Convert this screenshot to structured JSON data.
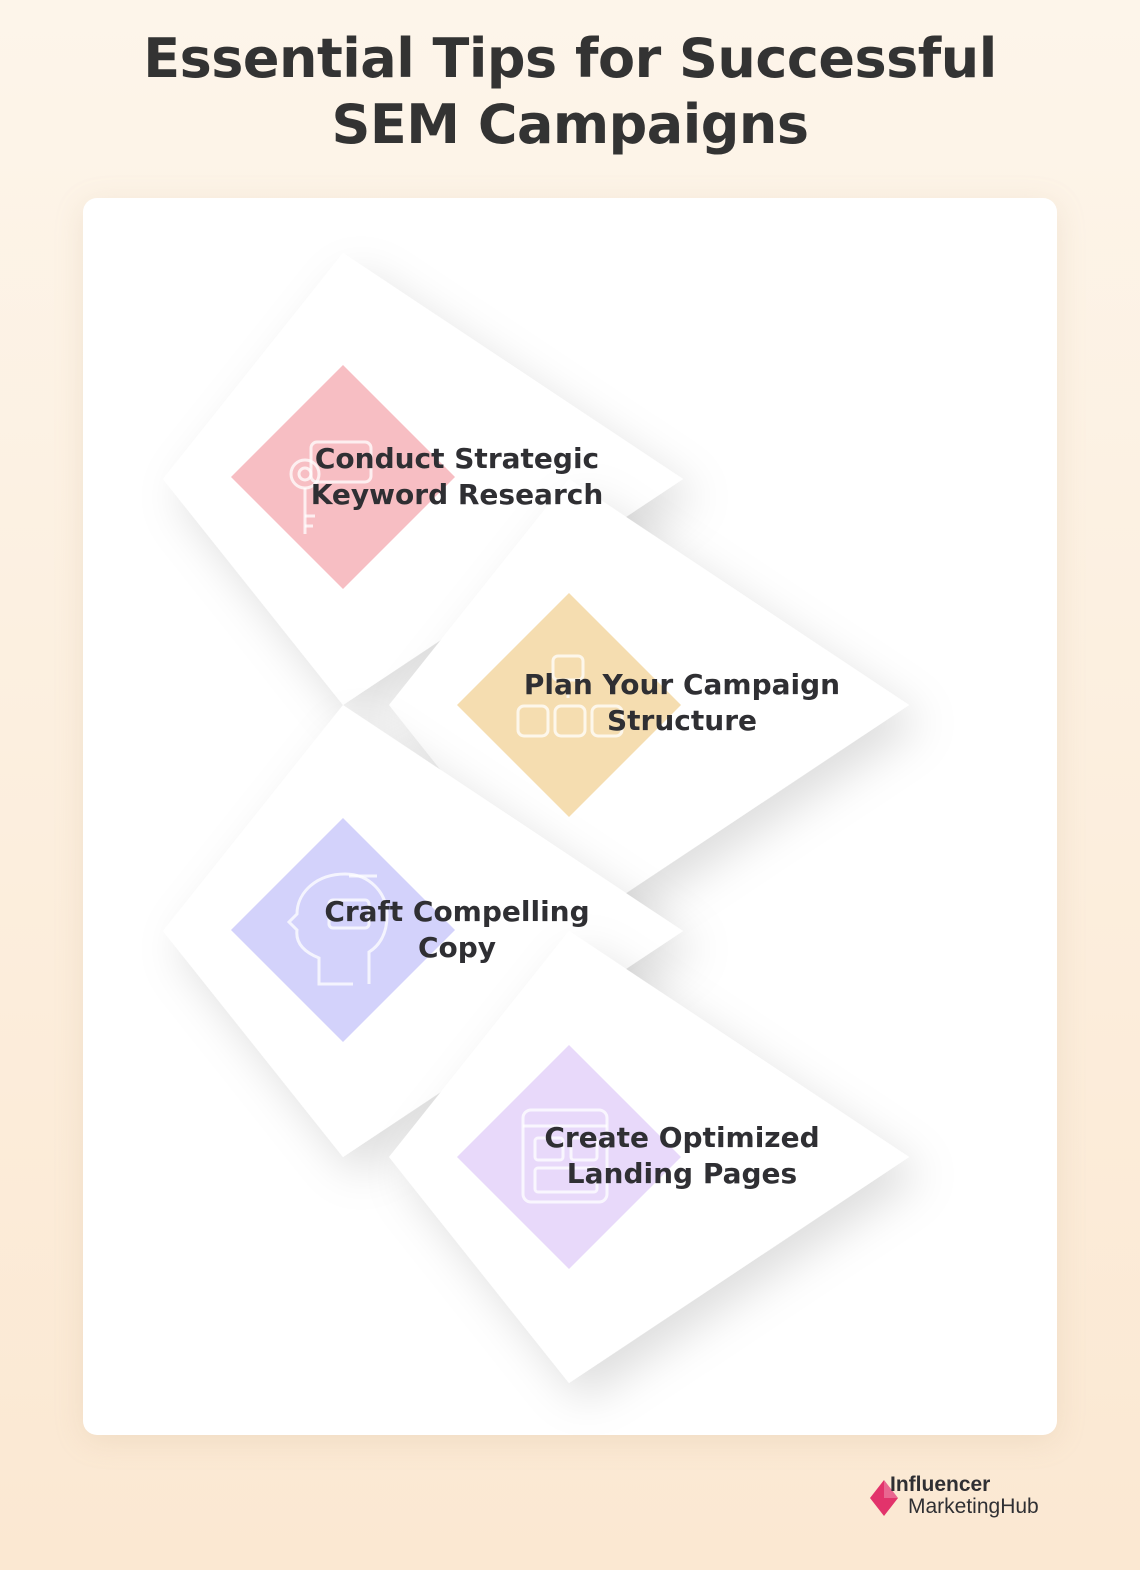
{
  "title": {
    "line1": "Essential Tips for Successful",
    "line2": "SEM Campaigns"
  },
  "steps": [
    {
      "line1": "Conduct Strategic",
      "line2": "Keyword Research",
      "color": "#f7bec3",
      "icon": "key-settings-icon"
    },
    {
      "line1": "Plan Your Campaign",
      "line2": "Structure",
      "color": "#f5ddb0",
      "icon": "hierarchy-structure-icon"
    },
    {
      "line1": "Craft Compelling",
      "line2": "Copy",
      "color": "#d3d2fb",
      "icon": "head-idea-icon"
    },
    {
      "line1": "Create Optimized",
      "line2": "Landing Pages",
      "color": "#e8d9fa",
      "icon": "browser-layout-icon"
    }
  ],
  "brand": {
    "line1": "Influencer",
    "line2": "MarketingHub",
    "color": "#e2336b"
  }
}
